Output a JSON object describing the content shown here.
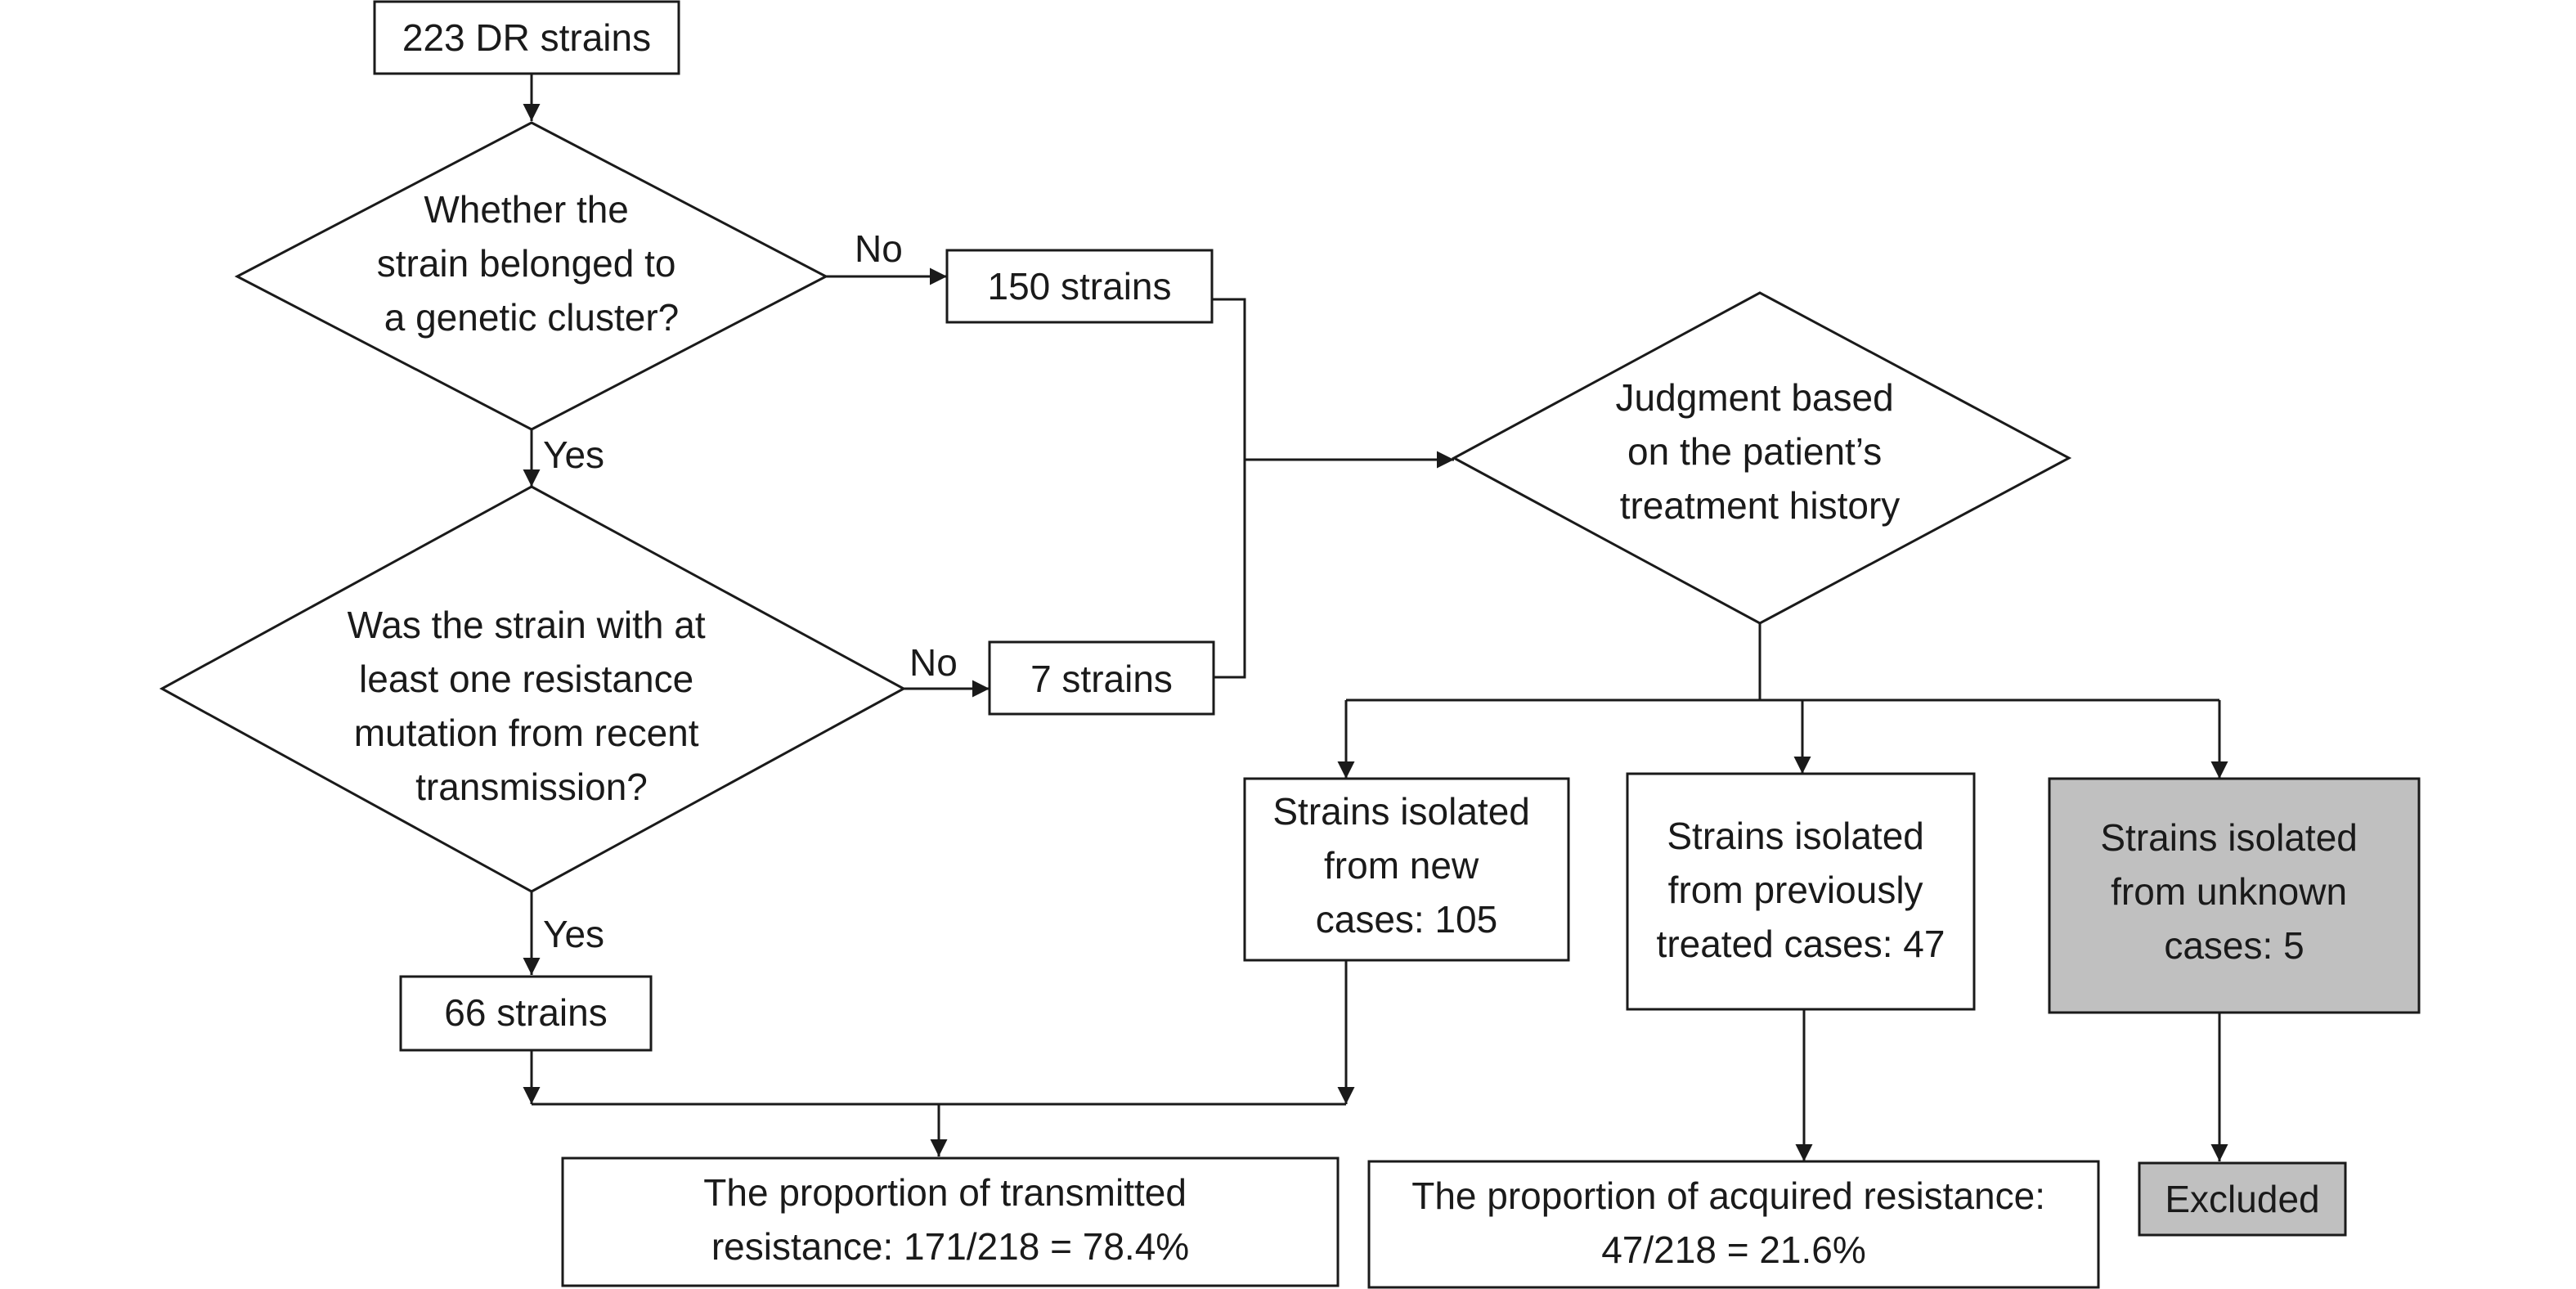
{
  "nodes": {
    "start": [
      "223 DR strains"
    ],
    "q_cluster": [
      "Whether the",
      "strain belonged to",
      "a genetic cluster?"
    ],
    "not_clustered": [
      "150 strains"
    ],
    "q_mutation": [
      "Was the strain with at",
      "least one resistance",
      "mutation from recent",
      "transmission?"
    ],
    "no_recent": [
      "7 strains"
    ],
    "recent": [
      "66 strains"
    ],
    "q_history": [
      "Judgment based",
      "on the patient’s",
      "treatment history"
    ],
    "new_cases": [
      "Strains isolated",
      "from new",
      "cases: 105"
    ],
    "prev_treated": [
      "Strains isolated",
      "from previously",
      "treated cases: 47"
    ],
    "unknown_cases": [
      "Strains isolated",
      "from unknown",
      "cases: 5"
    ],
    "transmitted": [
      "The proportion of transmitted",
      "resistance: 171/218 = 78.4%"
    ],
    "acquired": [
      "The proportion of acquired resistance:",
      "47/218 = 21.6%"
    ],
    "excluded": [
      "Excluded"
    ]
  },
  "edges": {
    "cluster_no": "No",
    "cluster_yes": "Yes",
    "mutation_no": "No",
    "mutation_yes": "Yes"
  },
  "colors": {
    "line": "#1a1a1a",
    "excluded_fill": "#c0c0c0"
  }
}
